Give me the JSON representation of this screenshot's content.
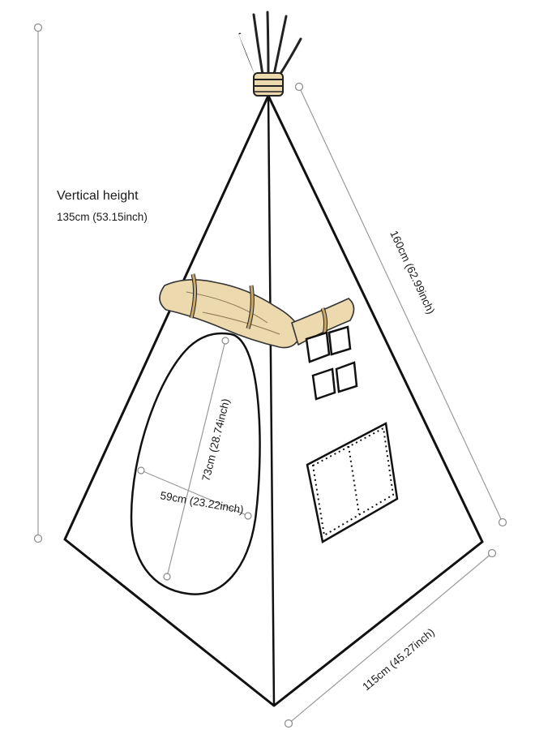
{
  "height_label": "Vertical height",
  "height_value": "135cm (53.15inch)",
  "side_length": "160cm (62.99inch)",
  "base_width": "115cm (45.27inch)",
  "door_height": "73cm (28.74inch)",
  "door_width": "59cm (23.22inch)",
  "colors": {
    "outline": "#111111",
    "dimension_line": "#9a9a9a",
    "roll": "#ecd9ae",
    "tie_band": "#c8a86a"
  }
}
